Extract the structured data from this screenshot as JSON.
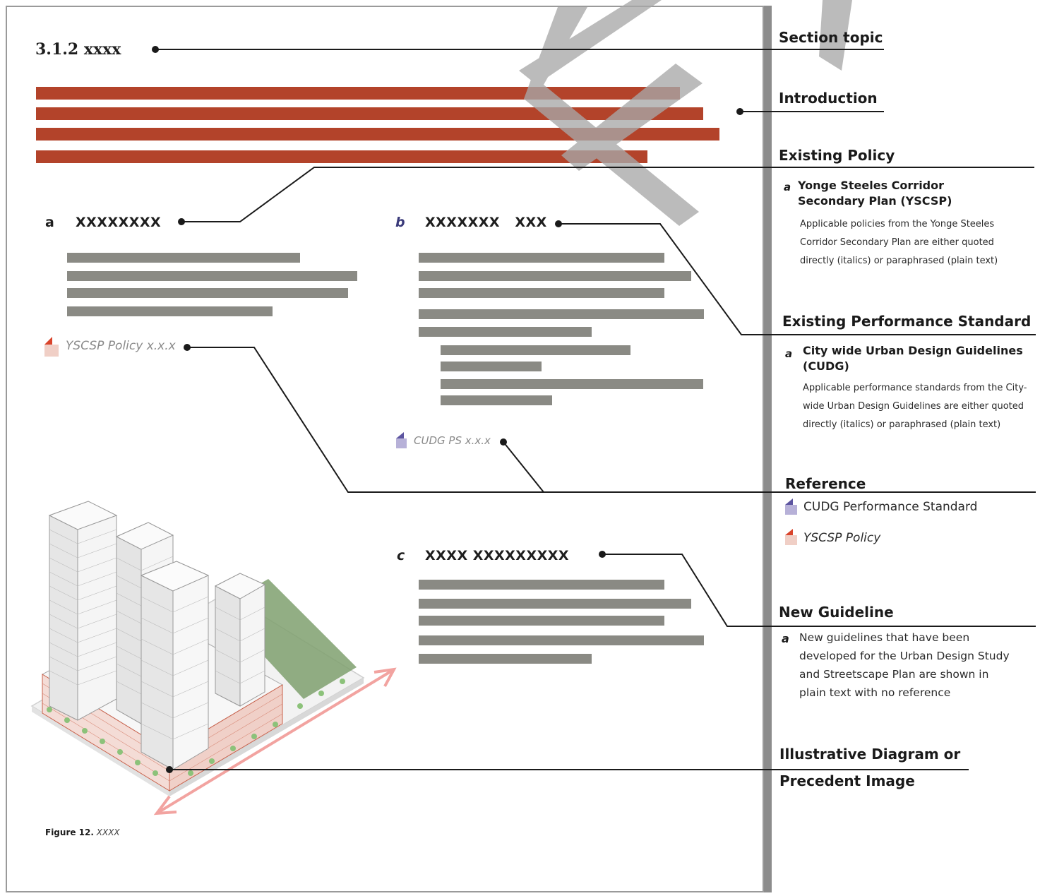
{
  "section_number": "3.1.2 xxxx",
  "subsections": [
    {
      "letter": "a",
      "title": "XXXXXXXX"
    },
    {
      "letter": "b",
      "title": "XXXXXXX   XXX"
    },
    {
      "letter": "c",
      "title": "XXXX XXXXXXXXX"
    }
  ],
  "references_inline": {
    "yscsp": "YSCSP Policy x.x.x",
    "cudg": "CUDG PS x.x.x"
  },
  "figure_caption": {
    "label": "Figure 12.",
    "text": "XXXX"
  },
  "sidebar": {
    "section_topic": "Section topic",
    "introduction": "Introduction",
    "existing_policy": "Existing Policy",
    "existing_policy_item": {
      "letter": "a",
      "title_line1": "Yonge Steeles Corridor",
      "title_line2": "Secondary Plan (YSCSP)",
      "body_line1": "Applicable policies from the Yonge Steeles",
      "body_line2": "Corridor Secondary Plan are either quoted",
      "body_line3": "directly (italics) or paraphrased (plain text)"
    },
    "existing_performance_standard": "Existing Performance Standard",
    "existing_performance_item": {
      "letter": "a",
      "title_line1": "City wide Urban Design Guidelines",
      "title_line2": "(CUDG)",
      "body_line1": "Applicable performance standards from the City-",
      "body_line2": "wide Urban Design Guidelines are either quoted",
      "body_line3": "directly (italics) or paraphrased (plain text)"
    },
    "reference": "Reference",
    "reference_items": [
      "CUDG Performance Standard",
      "YSCSP Policy"
    ],
    "new_guideline": "New Guideline",
    "new_guideline_item": {
      "letter": "a",
      "line1": "New guidelines that have been",
      "line2": "developed for the Urban Design Study",
      "line3": "and Streetscape Plan are shown in",
      "line4": "plain text with no reference"
    },
    "illustrative_line1": "Illustrative Diagram or",
    "illustrative_line2": "Precedent Image"
  },
  "colors": {
    "intro_bar": "#b3432a",
    "placeholder_bar": "#8a8a84",
    "yscsp_icon": "#d9442b",
    "cudg_icon": "#7d74b5",
    "watermark": "#a8a8a8"
  }
}
